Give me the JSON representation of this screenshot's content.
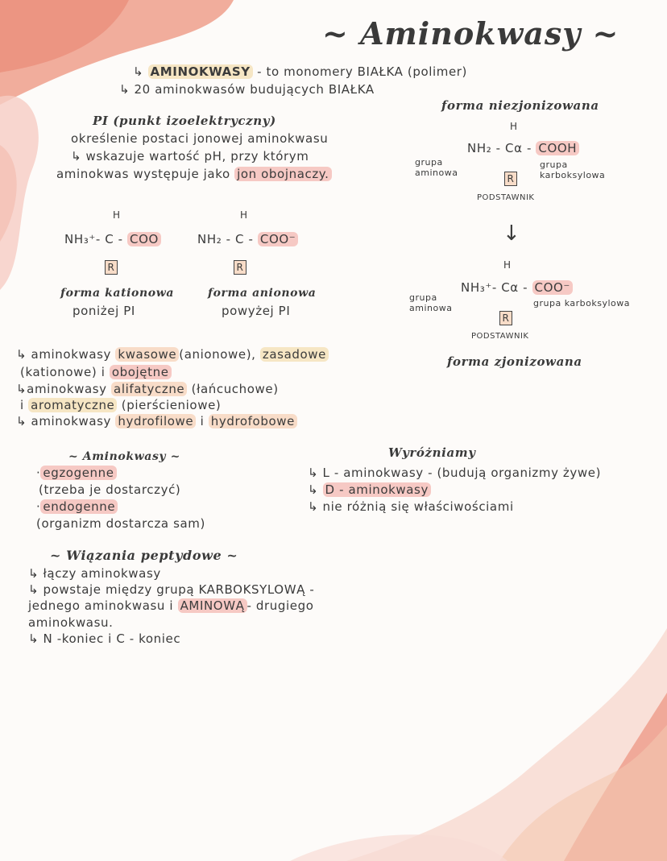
{
  "title": "~ Aminokwasy ~",
  "intro": {
    "line1_prefix": "↳",
    "line1_term": "AMINOKWASY",
    "line1_rest": "- to monomery BIAŁKA (polimer)",
    "line2": "↳ 20 aminokwasów budujących BIAŁKA"
  },
  "pi": {
    "heading": "PI (punkt izoelektryczny)",
    "line1": "określenie postaci jonowej aminokwasu",
    "line2": "↳ wskazuje wartość pH, przy którym",
    "line2_highlight": "pH",
    "line3_a": "aminokwas występuje jako",
    "line3_highlight": "jon obojnaczy."
  },
  "nonionized": {
    "heading": "forma niezjonizowana",
    "h": "H",
    "formula_left": "NH₂ - Cα -",
    "formula_right": "COOH",
    "label_amino": "grupa aminowa",
    "label_carboxyl": "grupa karboksylowa",
    "r": "R",
    "substituent": "PODSTAWNIK",
    "arrow": "↓"
  },
  "ionized": {
    "h": "H",
    "formula_left": "NH₃⁺- Cα -",
    "formula_right": "COO⁻",
    "label_amino": "grupa aminowa",
    "label_carboxyl": "grupa karboksylowa",
    "r": "R",
    "substituent": "PODSTAWNIK",
    "heading": "forma zjonizowana"
  },
  "cation": {
    "h": "H",
    "formula_left": "NH₃⁺- C -",
    "formula_right": "COO",
    "r": "R",
    "name": "forma kationowa",
    "sub": "poniżej PI"
  },
  "anion": {
    "h": "H",
    "formula_left": "NH₂ - C -",
    "formula_right": "COO⁻",
    "r": "R",
    "name": "forma anionowa",
    "sub": "powyżej PI"
  },
  "types": {
    "l1_a": "↳ aminokwasy",
    "l1_kw": "kwasowe",
    "l1_b": "(anionowe),",
    "l1_zas": "zasadowe",
    "l2_a": "(kationowe) i",
    "l2_ob": "obojętne",
    "l3_a": "↳aminokwasy",
    "l3_al": "alifatyczne",
    "l3_b": "(łańcuchowe)",
    "l4_a": "i",
    "l4_ar": "aromatyczne",
    "l4_b": "(pierścieniowe)",
    "l5_a": "↳ aminokwasy",
    "l5_hf": "hydrofilowe",
    "l5_b": "i",
    "l5_hb": "hydrofobowe"
  },
  "groups": {
    "heading": "~ Aminokwasy ~",
    "exo": "egzogenne",
    "exo_note": "(trzeba je dostarczyć)",
    "endo": "endogenne",
    "endo_note": "(organizm dostarcza sam)"
  },
  "distinguish": {
    "heading": "Wyróżniamy",
    "l1": "↳ L - aminokwasy - (budują organizmy żywe)",
    "l2_a": "↳",
    "l2_hl": "D - aminokwasy",
    "l3": "↳ nie różnią się właściwościami"
  },
  "peptide": {
    "heading": "~ Wiązania peptydowe ~",
    "l1": "↳ łączy aminokwasy",
    "l2": "↳ powstaje między grupą KARBOKSYLOWĄ -",
    "l3_a": "jednego aminokwasu i",
    "l3_hl": "AMINOWĄ",
    "l3_b": "- drugiego",
    "l4": "aminokwasu.",
    "l5": "↳  N -koniec  i  C - koniec"
  }
}
